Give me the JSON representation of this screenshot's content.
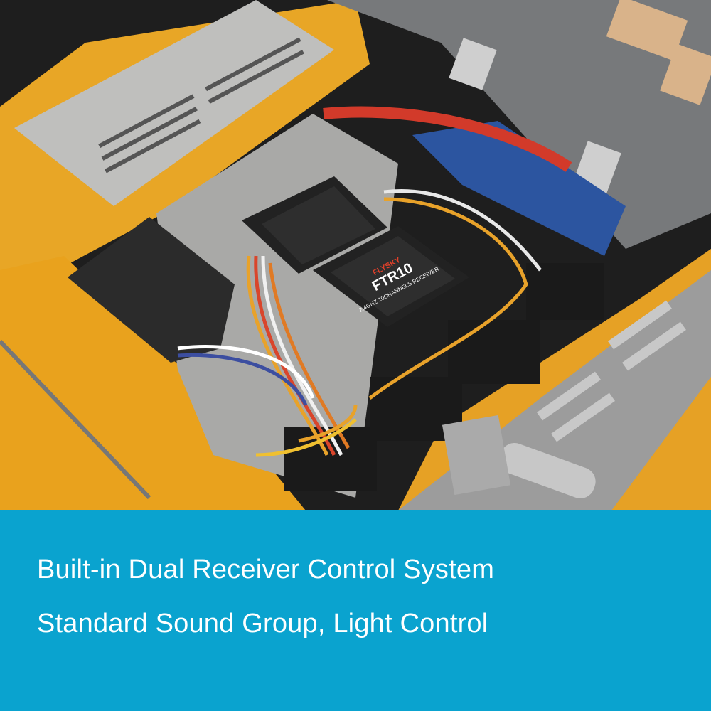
{
  "banner": {
    "line1": "Built-in Dual Receiver Control System",
    "line2": "Standard Sound Group, Light Control",
    "color": "#0aa3cf"
  },
  "photo": {
    "receiver_label": "FTR10",
    "receiver_brand": "FLYSKY",
    "receiver_desc": "2.4GHZ 10CHANNELS RECEIVER"
  }
}
